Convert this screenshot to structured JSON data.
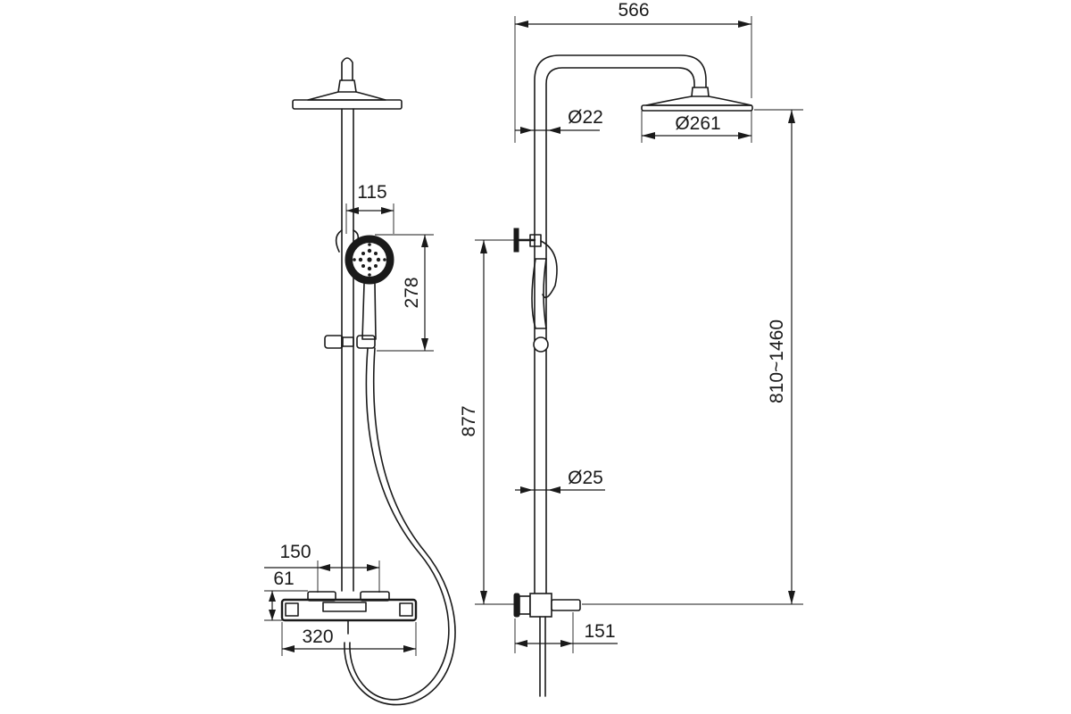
{
  "front_view": {
    "dims": {
      "handshower_width": "115",
      "handshower_height": "278",
      "thermostat_depth": "150",
      "thermostat_height": "61",
      "thermostat_width": "320"
    }
  },
  "side_view": {
    "dims": {
      "arm_reach": "566",
      "pipe_upper_diameter": "Ø22",
      "head_diameter": "Ø261",
      "pipe_lower_diameter": "Ø25",
      "holder_height": "877",
      "height_range": "810~1460",
      "outlet_offset": "151"
    }
  }
}
